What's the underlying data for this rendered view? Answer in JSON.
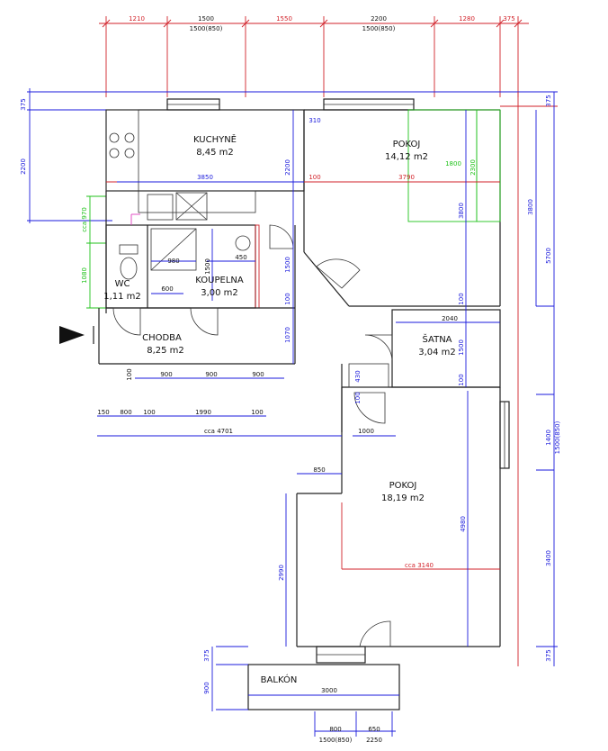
{
  "rooms": {
    "kuchyne": {
      "name": "KUCHYNĚ",
      "area": "8,45 m2"
    },
    "pokoj1": {
      "name": "POKOJ",
      "area": "14,12 m2"
    },
    "wc": {
      "name": "WC",
      "area": "1,11 m2"
    },
    "koupelna": {
      "name": "KOUPELNA",
      "area": "3,00 m2"
    },
    "chodba": {
      "name": "CHODBA",
      "area": "8,25 m2"
    },
    "satna": {
      "name": "ŠATNA",
      "area": "3,04 m2"
    },
    "pokoj2": {
      "name": "POKOJ",
      "area": "18,19 m2"
    },
    "balkon": {
      "name": "BALKÓN"
    }
  },
  "dims": {
    "top_1210": "1210",
    "top_1500": "1500",
    "top_1500_850": "1500(850)",
    "top_1550": "1550",
    "top_2200": "2200",
    "top_1500_850b": "1500(850)",
    "top_1280": "1280",
    "top_375": "375",
    "left_375": "375",
    "left_2200": "2200",
    "left_cca970": "cca 970",
    "left_1080": "1080",
    "k_3850": "3850",
    "k_2200": "2200",
    "p_310": "310",
    "p_100": "100",
    "p_3790": "3790",
    "p_1800": "1800",
    "p_2300": "2300",
    "p_3800": "3800",
    "r_3800": "3800",
    "r_5700": "5700",
    "b_980": "980",
    "b_1500": "1500",
    "b_450": "450",
    "b_600": "600",
    "b_1500b": "1500",
    "c_100": "100",
    "c_1070": "1070",
    "s_100": "100",
    "s_2040": "2040",
    "s_1500": "1500",
    "s_100b": "100",
    "ch_100": "100",
    "ch_900a": "900",
    "ch_900b": "900",
    "ch_900c": "900",
    "c_430": "430",
    "c_100b": "100",
    "bot_150": "150",
    "bot_800": "800",
    "bot_100": "100",
    "bot_1990": "1990",
    "bot_100b": "100",
    "cca4701": "cca 4701",
    "d_1000": "1000",
    "r_1400": "1400",
    "r_1500_850": "1500(850)",
    "p2_850": "850",
    "p2_4980": "4980",
    "p2_2990": "2990",
    "p2_cca3140": "cca 3140",
    "r_3400": "3400",
    "r_375": "375",
    "l_375": "375",
    "l_900": "900",
    "bal_3000": "3000",
    "bal_800": "800",
    "bal_650": "650",
    "bal_1500_850": "1500(850)",
    "bal_2250": "2250"
  }
}
